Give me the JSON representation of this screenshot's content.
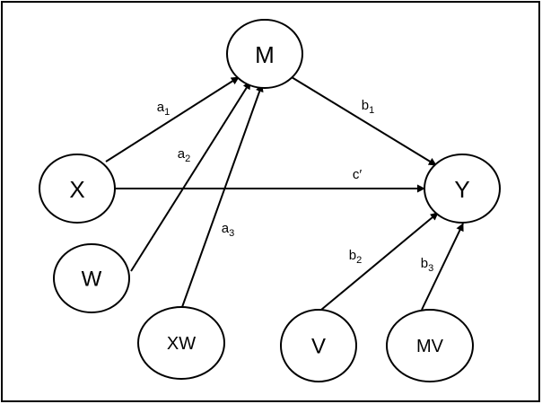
{
  "nodes": [
    {
      "id": "M",
      "label": "M"
    },
    {
      "id": "X",
      "label": "X"
    },
    {
      "id": "Y",
      "label": "Y"
    },
    {
      "id": "W",
      "label": "W"
    },
    {
      "id": "XW",
      "label": "XW"
    },
    {
      "id": "V",
      "label": "V"
    },
    {
      "id": "MV",
      "label": "MV"
    }
  ],
  "edges": [
    {
      "id": "a1",
      "from": "X",
      "to": "M",
      "label": "a",
      "sub": "1"
    },
    {
      "id": "a2",
      "from": "W",
      "to": "M",
      "label": "a",
      "sub": "2"
    },
    {
      "id": "a3",
      "from": "XW",
      "to": "M",
      "label": "a",
      "sub": "3"
    },
    {
      "id": "b1",
      "from": "M",
      "to": "Y",
      "label": "b",
      "sub": "1"
    },
    {
      "id": "c",
      "from": "X",
      "to": "Y",
      "label": "c′",
      "sub": ""
    },
    {
      "id": "b2",
      "from": "V",
      "to": "Y",
      "label": "b",
      "sub": "2"
    },
    {
      "id": "b3",
      "from": "MV",
      "to": "Y",
      "label": "b",
      "sub": "3"
    }
  ]
}
